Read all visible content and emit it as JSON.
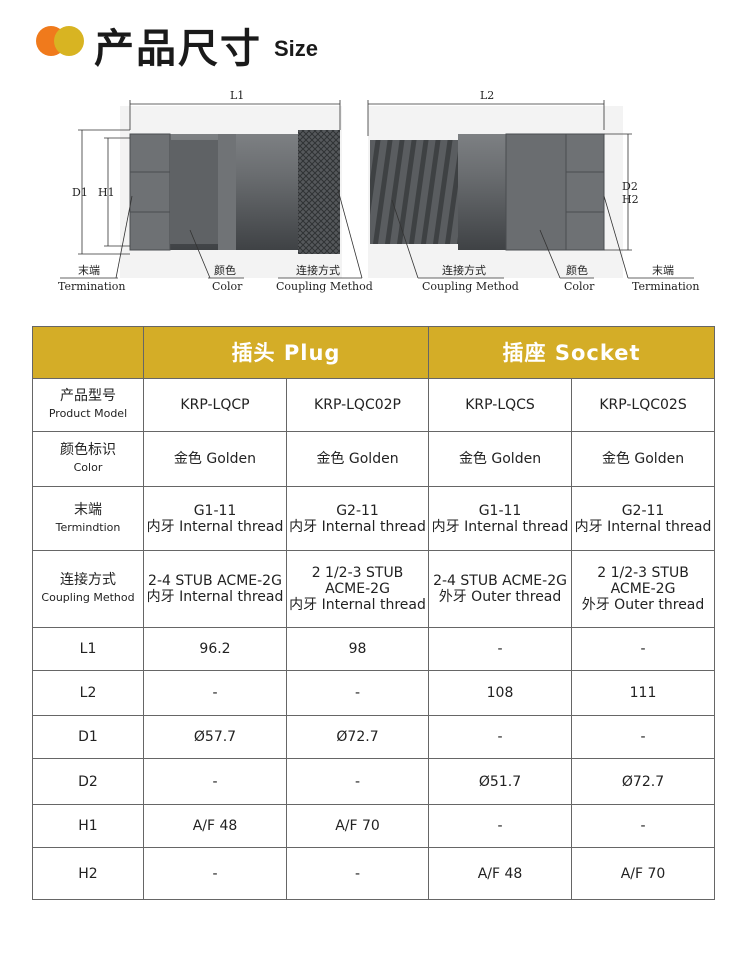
{
  "header": {
    "title_zh": "产品尺寸",
    "title_en": "Size",
    "accent_colors": [
      "#f07a1c",
      "#d8b422"
    ]
  },
  "drawing": {
    "plug_dims": {
      "length": "L1",
      "diameter": "D1",
      "hex": "H1"
    },
    "socket_dims": {
      "length": "L2",
      "diameter": "D2",
      "hex": "H2"
    },
    "plug_annotations": [
      {
        "zh": "末端",
        "en": "Termination"
      },
      {
        "zh": "颜色",
        "en": "Color"
      },
      {
        "zh": "连接方式",
        "en": "Coupling Method"
      }
    ],
    "socket_annotations": [
      {
        "zh": "连接方式",
        "en": "Coupling Method"
      },
      {
        "zh": "颜色",
        "en": "Color"
      },
      {
        "zh": "末端",
        "en": "Termination"
      }
    ]
  },
  "table": {
    "header_color": "#d4ad27",
    "groups": [
      {
        "label": "插头 Plug"
      },
      {
        "label": "插座 Socket"
      }
    ],
    "rows": [
      {
        "label_zh": "产品型号",
        "label_en": "Product Model",
        "cells": [
          [
            "KRP-LQCP"
          ],
          [
            "KRP-LQC02P"
          ],
          [
            "KRP-LQCS"
          ],
          [
            "KRP-LQC02S"
          ]
        ]
      },
      {
        "label_zh": "颜色标识",
        "label_en": "Color",
        "cells": [
          [
            "金色 Golden"
          ],
          [
            "金色 Golden"
          ],
          [
            "金色 Golden"
          ],
          [
            "金色 Golden"
          ]
        ]
      },
      {
        "label_zh": "末端",
        "label_en": "Termindtion",
        "cells": [
          [
            "G1-11",
            "内牙  Internal thread"
          ],
          [
            "G2-11",
            "内牙  Internal thread"
          ],
          [
            "G1-11",
            "内牙  Internal thread"
          ],
          [
            "G2-11",
            "内牙  Internal thread"
          ]
        ]
      },
      {
        "label_zh": "连接方式",
        "label_en": "Coupling Method",
        "cells": [
          [
            "2-4 STUB ACME-2G",
            "内牙 Internal thread"
          ],
          [
            "2 1/2-3 STUB",
            "ACME-2G",
            "内牙 Internal thread"
          ],
          [
            "2-4 STUB ACME-2G",
            "外牙  Outer thread"
          ],
          [
            "2 1/2-3 STUB",
            "ACME-2G",
            "外牙  Outer thread"
          ]
        ]
      },
      {
        "label_zh": "L1",
        "label_en": "",
        "cells": [
          [
            "96.2"
          ],
          [
            "98"
          ],
          [
            "-"
          ],
          [
            "-"
          ]
        ]
      },
      {
        "label_zh": "L2",
        "label_en": "",
        "cells": [
          [
            "-"
          ],
          [
            "-"
          ],
          [
            "108"
          ],
          [
            "111"
          ]
        ]
      },
      {
        "label_zh": "D1",
        "label_en": "",
        "cells": [
          [
            "Ø57.7"
          ],
          [
            "Ø72.7"
          ],
          [
            "-"
          ],
          [
            "-"
          ]
        ]
      },
      {
        "label_zh": "D2",
        "label_en": "",
        "cells": [
          [
            "-"
          ],
          [
            "-"
          ],
          [
            "Ø51.7"
          ],
          [
            "Ø72.7"
          ]
        ]
      },
      {
        "label_zh": "H1",
        "label_en": "",
        "cells": [
          [
            "A/F 48"
          ],
          [
            "A/F 70"
          ],
          [
            "-"
          ],
          [
            "-"
          ]
        ]
      },
      {
        "label_zh": "H2",
        "label_en": "",
        "cells": [
          [
            "-"
          ],
          [
            "-"
          ],
          [
            "A/F 48"
          ],
          [
            "A/F 70"
          ]
        ]
      }
    ]
  }
}
